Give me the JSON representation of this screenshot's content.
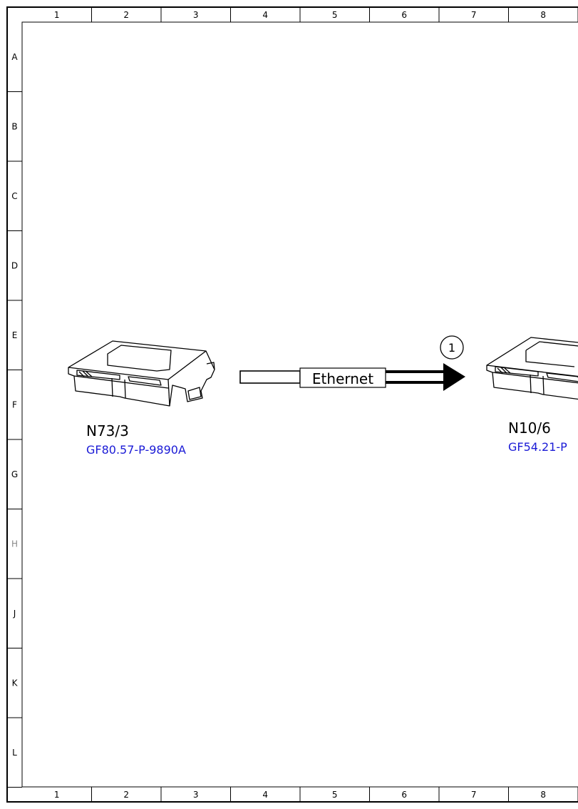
{
  "sheet": {
    "columns": [
      "1",
      "2",
      "3",
      "4",
      "5",
      "6",
      "7",
      "8"
    ],
    "rows": [
      "A",
      "B",
      "C",
      "D",
      "E",
      "F",
      "G",
      "H",
      "J",
      "K",
      "L"
    ]
  },
  "components": [
    {
      "id": "N73/3",
      "ref": "GF80.57-P-9890A"
    },
    {
      "id": "N10/6",
      "ref": "GF54.21-P"
    }
  ],
  "connection": {
    "label": "Ethernet",
    "callout": "1"
  },
  "colors": {
    "line": "#000000",
    "reference_link": "#1a1ad6",
    "background": "#ffffff"
  }
}
